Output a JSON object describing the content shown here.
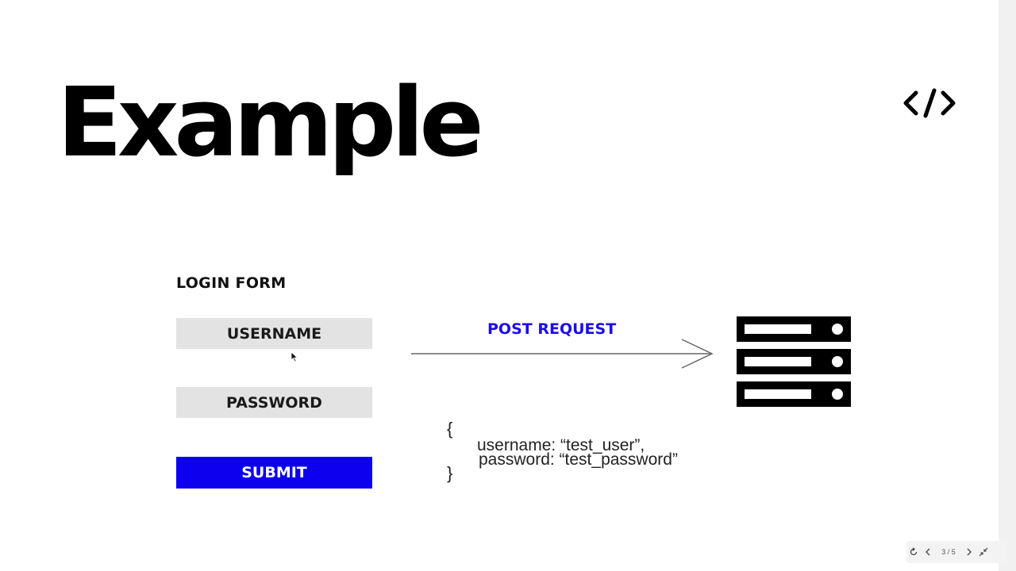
{
  "slide": {
    "title": "Example",
    "code_icon": "</>"
  },
  "form": {
    "title": "LOGIN FORM",
    "username_label": "USERNAME",
    "password_label": "PASSWORD",
    "submit_label": "SUBMIT"
  },
  "request": {
    "label": "POST REQUEST",
    "body_open": "{",
    "body_line1": "username: “test_user”,",
    "body_line2": "password: “test_password”",
    "body_close": "}"
  },
  "server": {
    "icon": "server-rack-icon",
    "units": 3
  },
  "player": {
    "page_indicator": "3 / 5"
  },
  "colors": {
    "submit_bg": "#0c00ee",
    "request_label": "#1c0ce6",
    "field_bg": "#e3e3e3"
  }
}
